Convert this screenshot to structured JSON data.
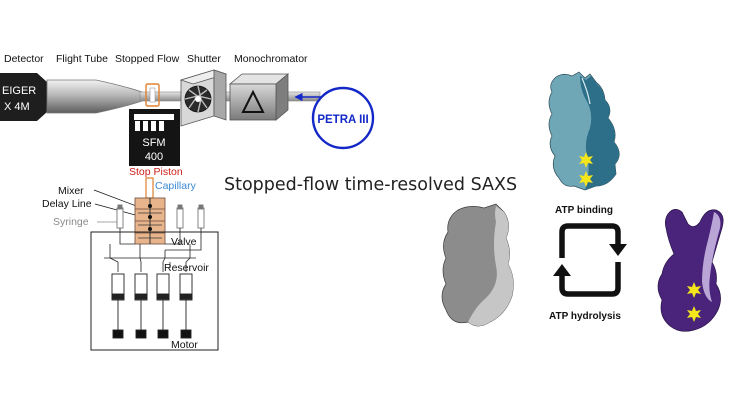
{
  "labels": {
    "detector": "Detector",
    "flight_tube": "Flight Tube",
    "stopped_flow": "Stopped Flow",
    "shutter": "Shutter",
    "monochromator": "Monochromator",
    "eiger_line1": "EIGER",
    "eiger_line2": "X  4M",
    "petra": "PETRA III",
    "sfm_line1": "SFM",
    "sfm_line2": "400",
    "stop_piston": "Stop Piston",
    "capillary": "Capillary",
    "mixer": "Mixer",
    "delay_line": "Delay Line",
    "syringe": "Syringe",
    "valve": "Valve",
    "reservoir": "Reservoir",
    "motor": "Motor"
  },
  "title": "Stopped-flow time-resolved SAXS",
  "cycle": {
    "top": "ATP binding",
    "bottom": "ATP hydrolysis"
  },
  "colors": {
    "stop_piston": "#d0201c",
    "capillary": "#3a8ad8",
    "petra_ring": "#1428c8",
    "mixer_block": "#e8b48c",
    "teal_light": "#6fa7b7",
    "teal_dark": "#2d6f88",
    "grey_dark": "#8c8c8c",
    "grey_light": "#c6c6c6",
    "purple_dark": "#4a247a",
    "purple_light": "#b9a6d6",
    "atp_star": "#f4e61a"
  }
}
